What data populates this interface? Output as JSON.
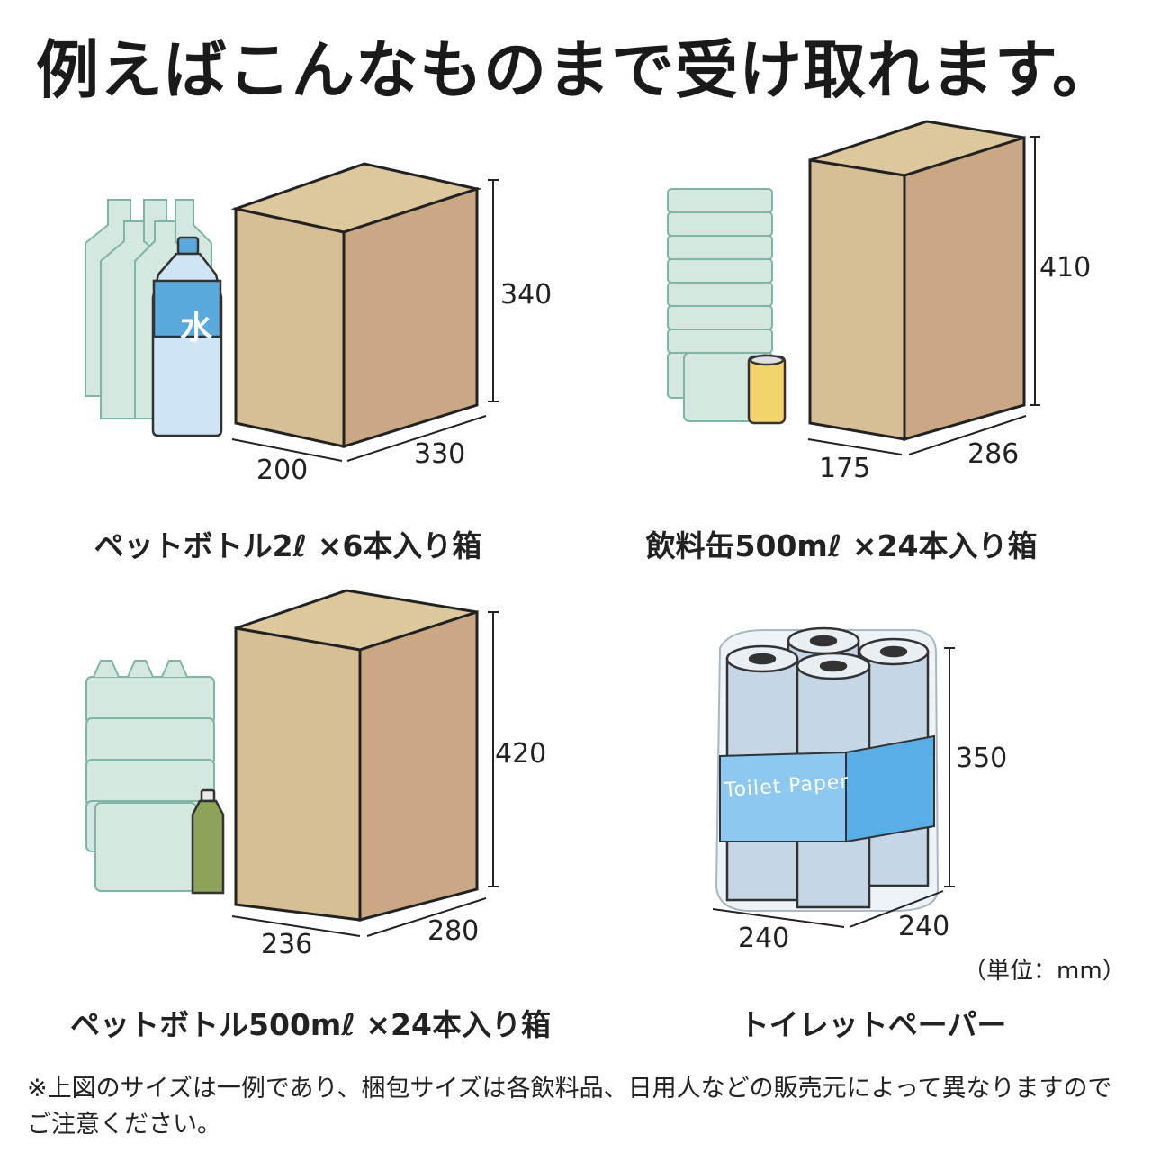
{
  "title": "例えばこんなものまで受け取れます。",
  "items": [
    {
      "label": "ペットボトル2ℓ ×6本入り箱",
      "width": "200",
      "depth": "330",
      "height": "340",
      "bottle_label": "水"
    },
    {
      "label": "飲料缶500mℓ ×24本入り箱",
      "width": "175",
      "depth": "286",
      "height": "410"
    },
    {
      "label": "ペットボトル500mℓ ×24本入り箱",
      "width": "236",
      "depth": "280",
      "height": "420"
    },
    {
      "label": "トイレットペーパー",
      "width": "240",
      "depth": "240",
      "height": "350",
      "package_text": "Toilet Paper"
    }
  ],
  "unit": "（単位：mm）",
  "note": "※上図のサイズは一例であり、梱包サイズは各飲料品、日用人などの販売元によって異なりますのでご注意ください。",
  "colors": {
    "box_front": "#d6bf95",
    "box_side": "#c9a883",
    "box_top": "#ddc89e",
    "bottle_ghost": "#d4e8e0",
    "bottle_ghost_stroke": "#7fb4a6",
    "bottle_water": "#cfe4f5",
    "bottle_water_label": "#5aa9dc",
    "can": "#f3d46a",
    "green_bottle": "#8ea35a",
    "roll": "#c6d6e6",
    "band": "#5aaee6"
  }
}
